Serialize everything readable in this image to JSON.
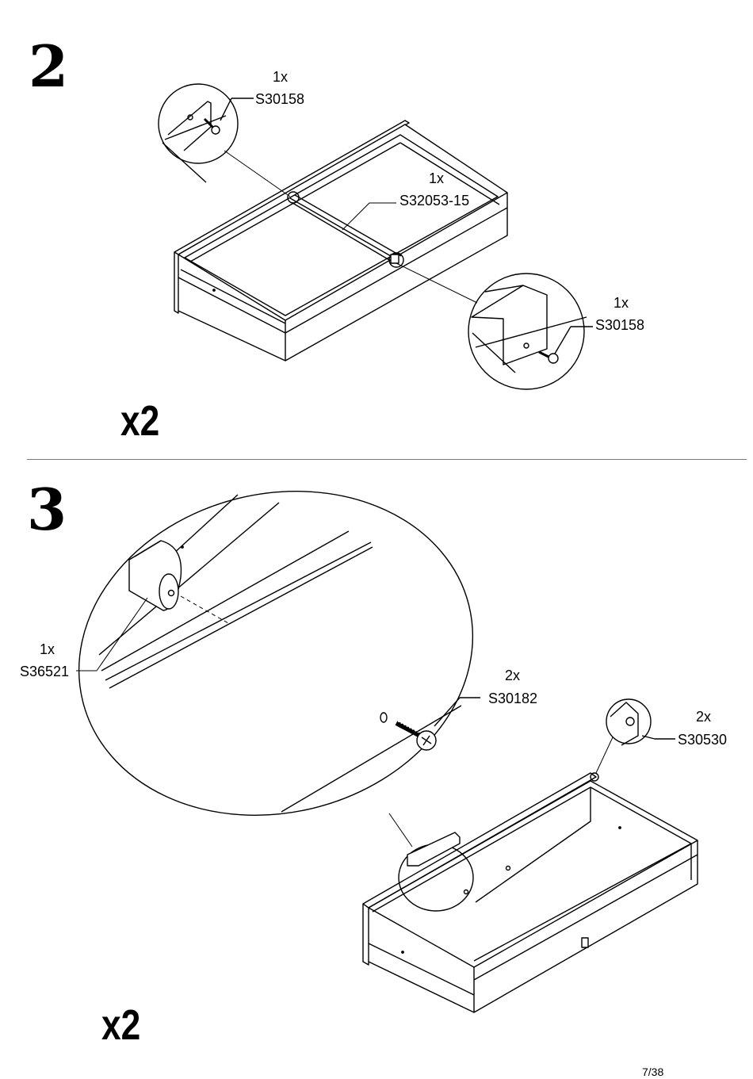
{
  "page_number": "7/38",
  "step2": {
    "number": "2",
    "multiplier": "x2",
    "callouts": [
      {
        "qty": "1x",
        "part": "S30158"
      },
      {
        "qty": "1x",
        "part": "S32053-15"
      },
      {
        "qty": "1x",
        "part": "S30158"
      }
    ]
  },
  "step3": {
    "number": "3",
    "multiplier": "x2",
    "callouts": [
      {
        "qty": "1x",
        "part": "S36521"
      },
      {
        "qty": "2x",
        "part": "S30182"
      },
      {
        "qty": "2x",
        "part": "S30530"
      }
    ]
  }
}
